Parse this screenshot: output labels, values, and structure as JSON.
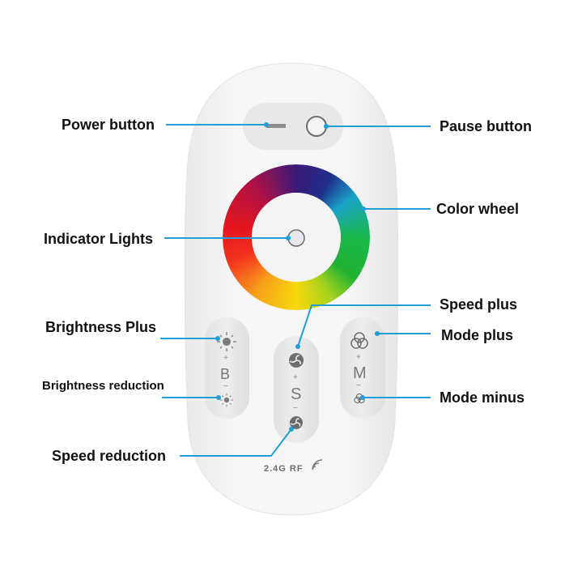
{
  "diagram": {
    "subject": "RGB LED remote control",
    "accent_color": "#1e9fd8",
    "remote_text": "2.4G RF",
    "button_letters": {
      "brightness": "B",
      "speed": "S",
      "mode": "M"
    },
    "plus_sign": "+",
    "minus_sign": "−"
  },
  "callouts": {
    "power": "Power button",
    "pause": "Pause button",
    "color_wheel": "Color wheel",
    "indicator": "Indicator Lights",
    "speed_plus": "Speed plus",
    "brightness_plus": "Brightness Plus",
    "mode_plus": "Mode plus",
    "brightness_reduction": "Brightness reduction",
    "mode_minus": "Mode minus",
    "speed_reduction": "Speed reduction"
  }
}
